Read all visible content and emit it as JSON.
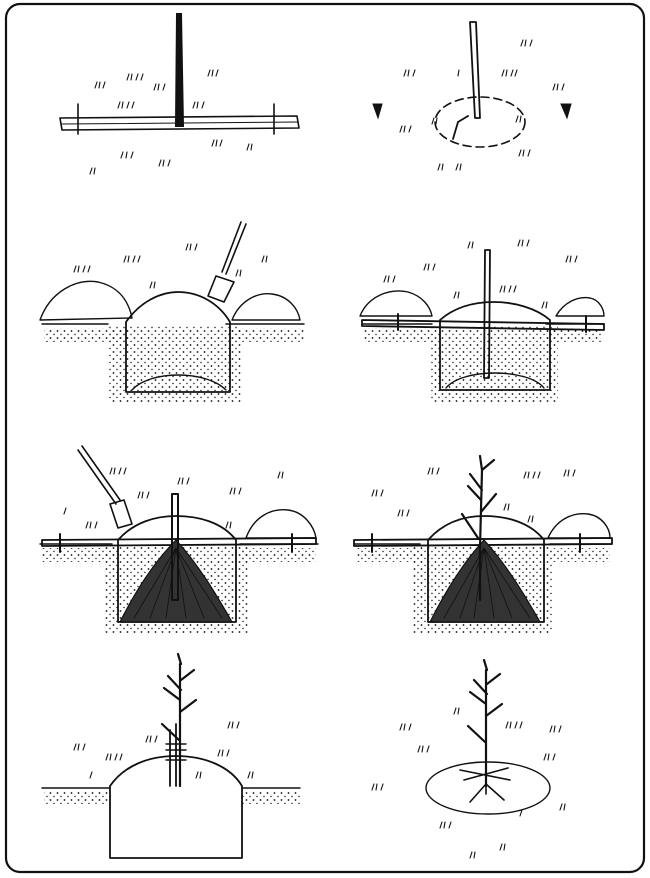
{
  "figure": {
    "kind": "line-drawing",
    "ink_color": "#111111",
    "paper_color": "#ffffff",
    "panels": [
      {
        "id": "stake-and-board"
      },
      {
        "id": "marked-circle"
      },
      {
        "id": "dug-pit"
      },
      {
        "id": "stake-in-pit"
      },
      {
        "id": "roots-spread"
      },
      {
        "id": "tree-planted"
      },
      {
        "id": "tree-tied-to-stake"
      },
      {
        "id": "watering-basin"
      }
    ]
  }
}
